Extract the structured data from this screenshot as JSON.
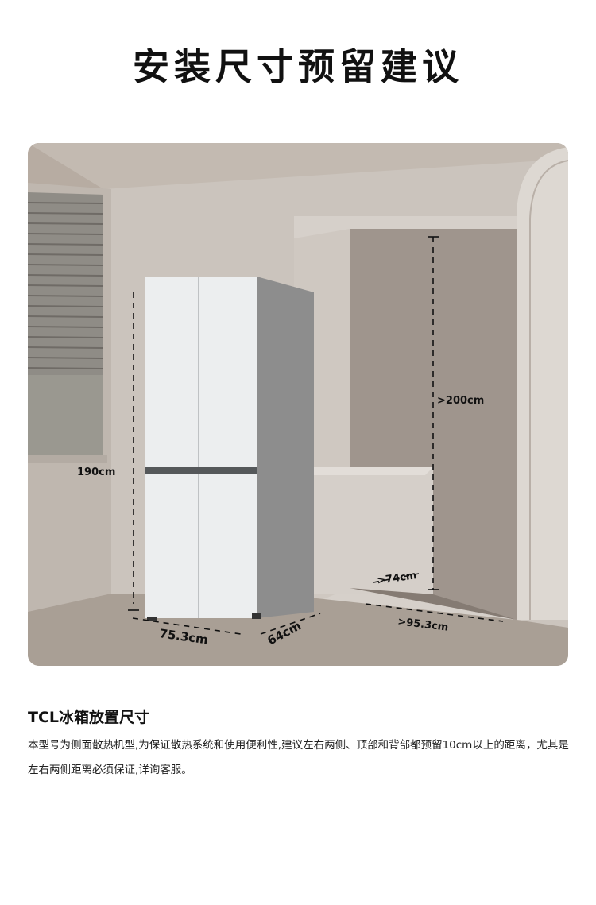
{
  "header": {
    "title": "安装尺寸预留建议"
  },
  "illustration": {
    "fridge_height": "190cm",
    "fridge_width": "75.3cm",
    "fridge_depth": "64cm",
    "niche_height": ">200cm",
    "niche_depth": ">74cm",
    "niche_width": ">95.3cm"
  },
  "info": {
    "heading": "TCL冰箱放置尺寸",
    "description": "本型号为侧面散热机型,为保证散热系统和使用便利性,建议左右两侧、顶部和背部都预留10cm以上的距离，尤其是左右两侧距离必须保证,详询客服。"
  }
}
